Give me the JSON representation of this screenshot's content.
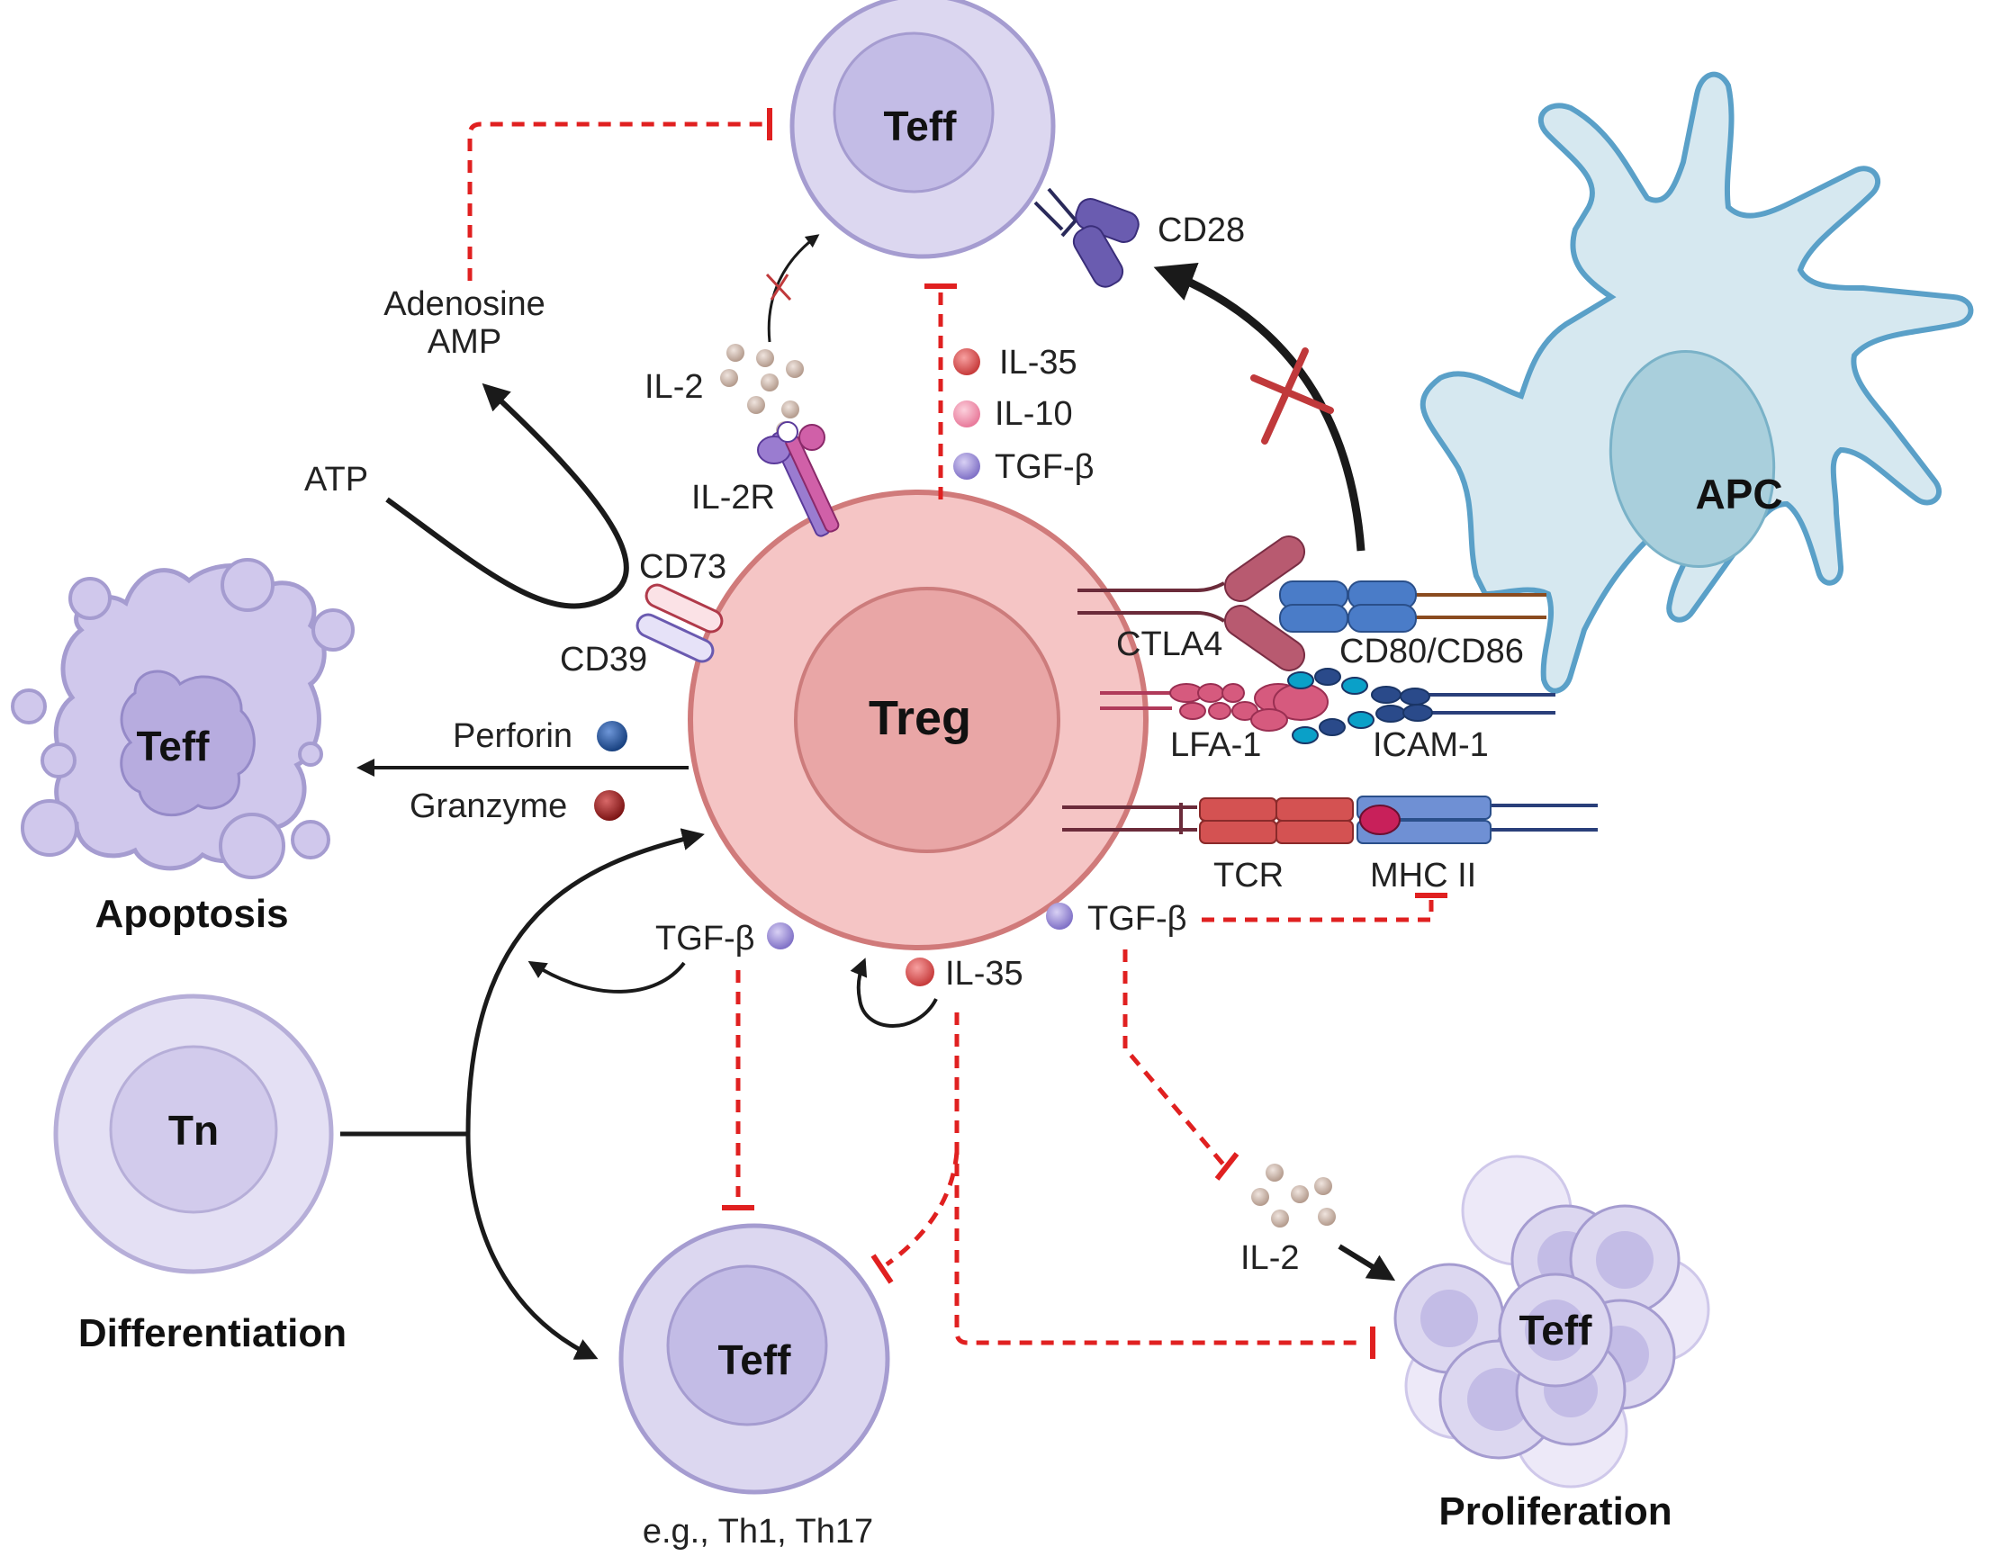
{
  "cells": {
    "teff_top": "Teff",
    "treg": "Treg",
    "apc": "APC",
    "teff_apoptosis": "Teff",
    "tn": "Tn",
    "teff_bottom": "Teff",
    "teff_proliferation": "Teff"
  },
  "labels": {
    "adenosine": "Adenosine",
    "amp": "AMP",
    "atp": "ATP",
    "il2_top": "IL-2",
    "il2r": "IL-2R",
    "cd73": "CD73",
    "cd39": "CD39",
    "cd28": "CD28",
    "il35_top": "IL-35",
    "il10": "IL-10",
    "tgfb_top": "TGF-β",
    "ctla4": "CTLA4",
    "cd80_cd86": "CD80/CD86",
    "lfa1": "LFA-1",
    "icam1": "ICAM-1",
    "tcr": "TCR",
    "mhc2": "MHC II",
    "perforin": "Perforin",
    "granzyme": "Granzyme",
    "tgfb_left": "TGF-β",
    "il35_bottom": "IL-35",
    "tgfb_right": "TGF-β",
    "il2_bottom": "IL-2",
    "th_examples": "e.g., Th1, Th17"
  },
  "captions": {
    "apoptosis": "Apoptosis",
    "differentiation": "Differentiation",
    "proliferation": "Proliferation"
  },
  "colors": {
    "inhibit": "#e02020",
    "arrow": "#1a1a1a",
    "treg_fill": "#f5c5c5",
    "treg_stroke": "#d07a7a",
    "teff_fill": "#dcd7f0",
    "teff_stroke": "#a59cd0",
    "apc_fill": "#d6e8f0",
    "apc_stroke": "#5aa0c8",
    "il35_dot": "#d94a4a",
    "il10_dot": "#f08aa8",
    "tgfb_dot": "#8f7fd0",
    "perforin_dot": "#23509a",
    "granzyme_dot": "#9a1f1f"
  }
}
